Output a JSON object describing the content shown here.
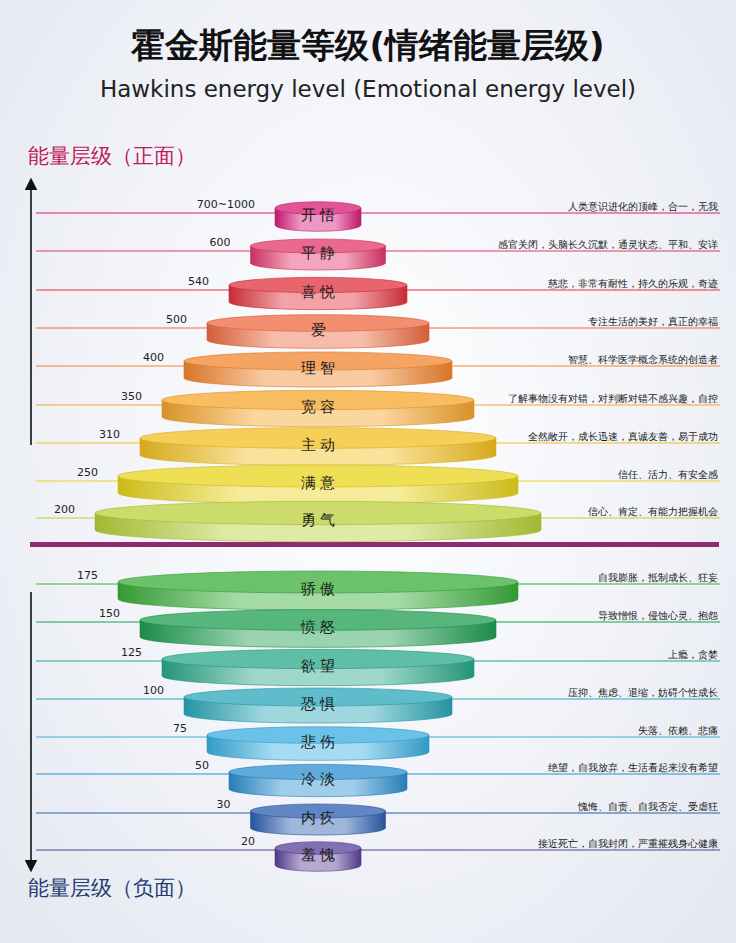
{
  "diagram": {
    "title": "霍金斯能量等级(情绪能量层级)",
    "nodes": [
      {
        "text": [
          "700~1000",
          "开悟",
          "人类意识进化的顶峰，合一，无我"
        ]
      },
      {
        "text": [
          "600",
          "平静",
          "感官关闭，头脑长久沉默，通灵状态、平和、安详"
        ]
      },
      {
        "text": [
          "540",
          "喜悦",
          "慈悲，非常有耐性，持久的乐观，奇迹"
        ]
      },
      {
        "text": [
          "500",
          "爱",
          "专注生活的美好，真正的幸福"
        ]
      },
      {
        "text": [
          "400",
          "理智",
          "智慧、科学医学概念系统的创造者"
        ]
      },
      {
        "text": [
          "350",
          "宽容",
          "了解事物没有对错，对判断对错不感兴趣，自控"
        ]
      },
      {
        "text": [
          "310",
          "主动",
          "全然敞开，成长迅速，真诚友善，易于成功"
        ]
      },
      {
        "text": [
          "250",
          "满意",
          "信任、活力、有安全感"
        ]
      },
      {
        "text": [
          "200",
          "勇气",
          "信心、肯定、有能力把握机会"
        ]
      },
      {
        "text": [
          "175",
          "骄傲",
          "自我膨胀，抵制成长、狂妄"
        ]
      },
      {
        "text": [
          "150",
          "愤怒",
          "导致憎恨，侵蚀心灵、抱怨"
        ]
      },
      {
        "text": [
          "125",
          "欲望",
          "上瘾，贪婪"
        ]
      },
      {
        "text": [
          "100",
          "恐惧",
          "压抑、焦虑、退缩，妨碍个性成长"
        ]
      },
      {
        "text": [
          "75",
          "悲伤",
          "失落、依赖、悲痛"
        ]
      },
      {
        "text": [
          "50",
          "冷淡",
          "绝望，自我放弃，生活看起来没有希望"
        ]
      },
      {
        "text": [
          "30",
          "内疚",
          "愧悔、自责、自我否定、受虐狂"
        ]
      },
      {
        "text": [
          "20",
          "羞愧",
          "接近死亡，自我封闭，严重摧残身心健康"
        ]
      }
    ],
    "labels": [
      "Hawkins energy level (Emotional energy level)",
      "能量层级（正面）",
      "能量层级（负面）"
    ]
  }
}
